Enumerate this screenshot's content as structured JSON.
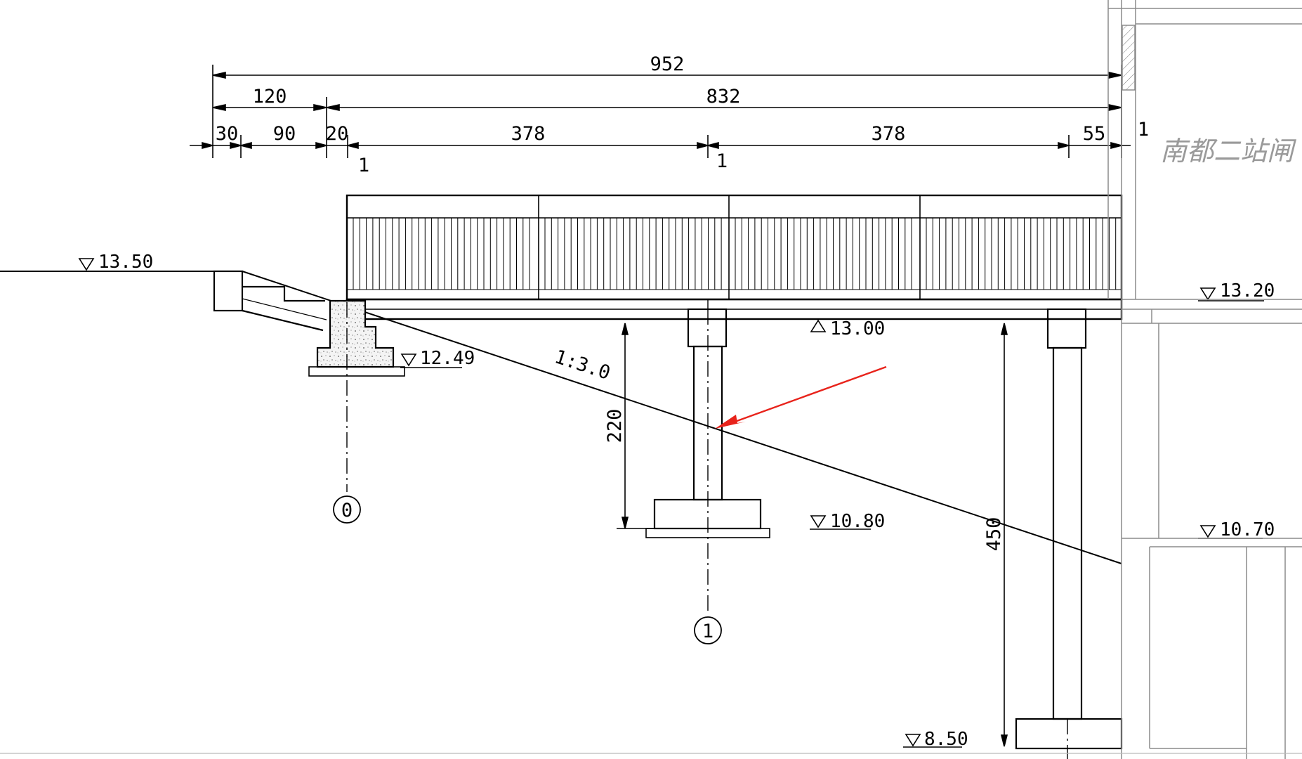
{
  "dimensions": {
    "total": "952",
    "left_span": "120",
    "right_span": "832",
    "d30": "30",
    "d90": "90",
    "d20": "20",
    "bay1": "378",
    "bay2": "378",
    "d55": "55",
    "d1": "1",
    "tick_a": "1",
    "tick_b": "1",
    "pier_height_1": "220",
    "pier_height_2": "450"
  },
  "levels": {
    "ground_left": "13.50",
    "deck_right": "13.20",
    "beam_bottom": "13.00",
    "abutment_base": "12.49",
    "footing_1": "10.80",
    "right_floor": "10.70",
    "footing_2": "8.50"
  },
  "slope_label": "1:3.0",
  "axis_labels": {
    "axis_0": "0",
    "axis_1": "1"
  },
  "watermark": "南都二站闸",
  "colors": {
    "line": "#000000",
    "arrow": "#e8231b",
    "grey": "#8c8c8c"
  }
}
